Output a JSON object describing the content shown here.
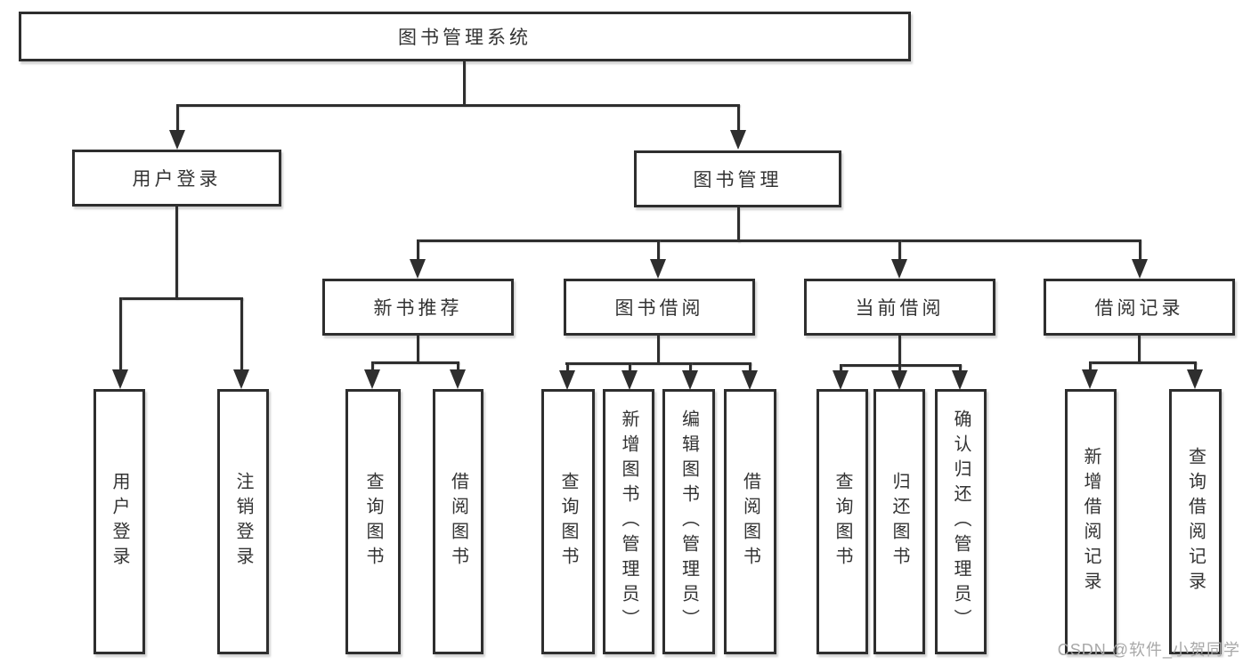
{
  "diagram": {
    "root_label": "图书管理系统",
    "user_login": {
      "label": "用户登录",
      "login": "用户登录",
      "logout": "注销登录"
    },
    "book_mgmt": {
      "label": "图书管理"
    },
    "new_book": {
      "label": "新书推荐",
      "query": "查询图书",
      "borrow": "借阅图书"
    },
    "book_borrow": {
      "label": "图书借阅",
      "query": "查询图书",
      "add": "新增图书（管理员）",
      "edit": "编辑图书（管理员）",
      "borrow": "借阅图书"
    },
    "current_borrow": {
      "label": "当前借阅",
      "query": "查询图书",
      "return": "归还图书",
      "confirm": "确认归还（管理员）"
    },
    "borrow_records": {
      "label": "借阅记录",
      "add": "新增借阅记录",
      "query": "查询借阅记录"
    },
    "colors": {
      "line": "#2e2e2e",
      "text": "#333333",
      "box_background": "#ffffff",
      "page_background": "#ffffff",
      "watermark": "#a8a8a8"
    }
  },
  "watermark_text": "CSDN @软件_小贺同学"
}
